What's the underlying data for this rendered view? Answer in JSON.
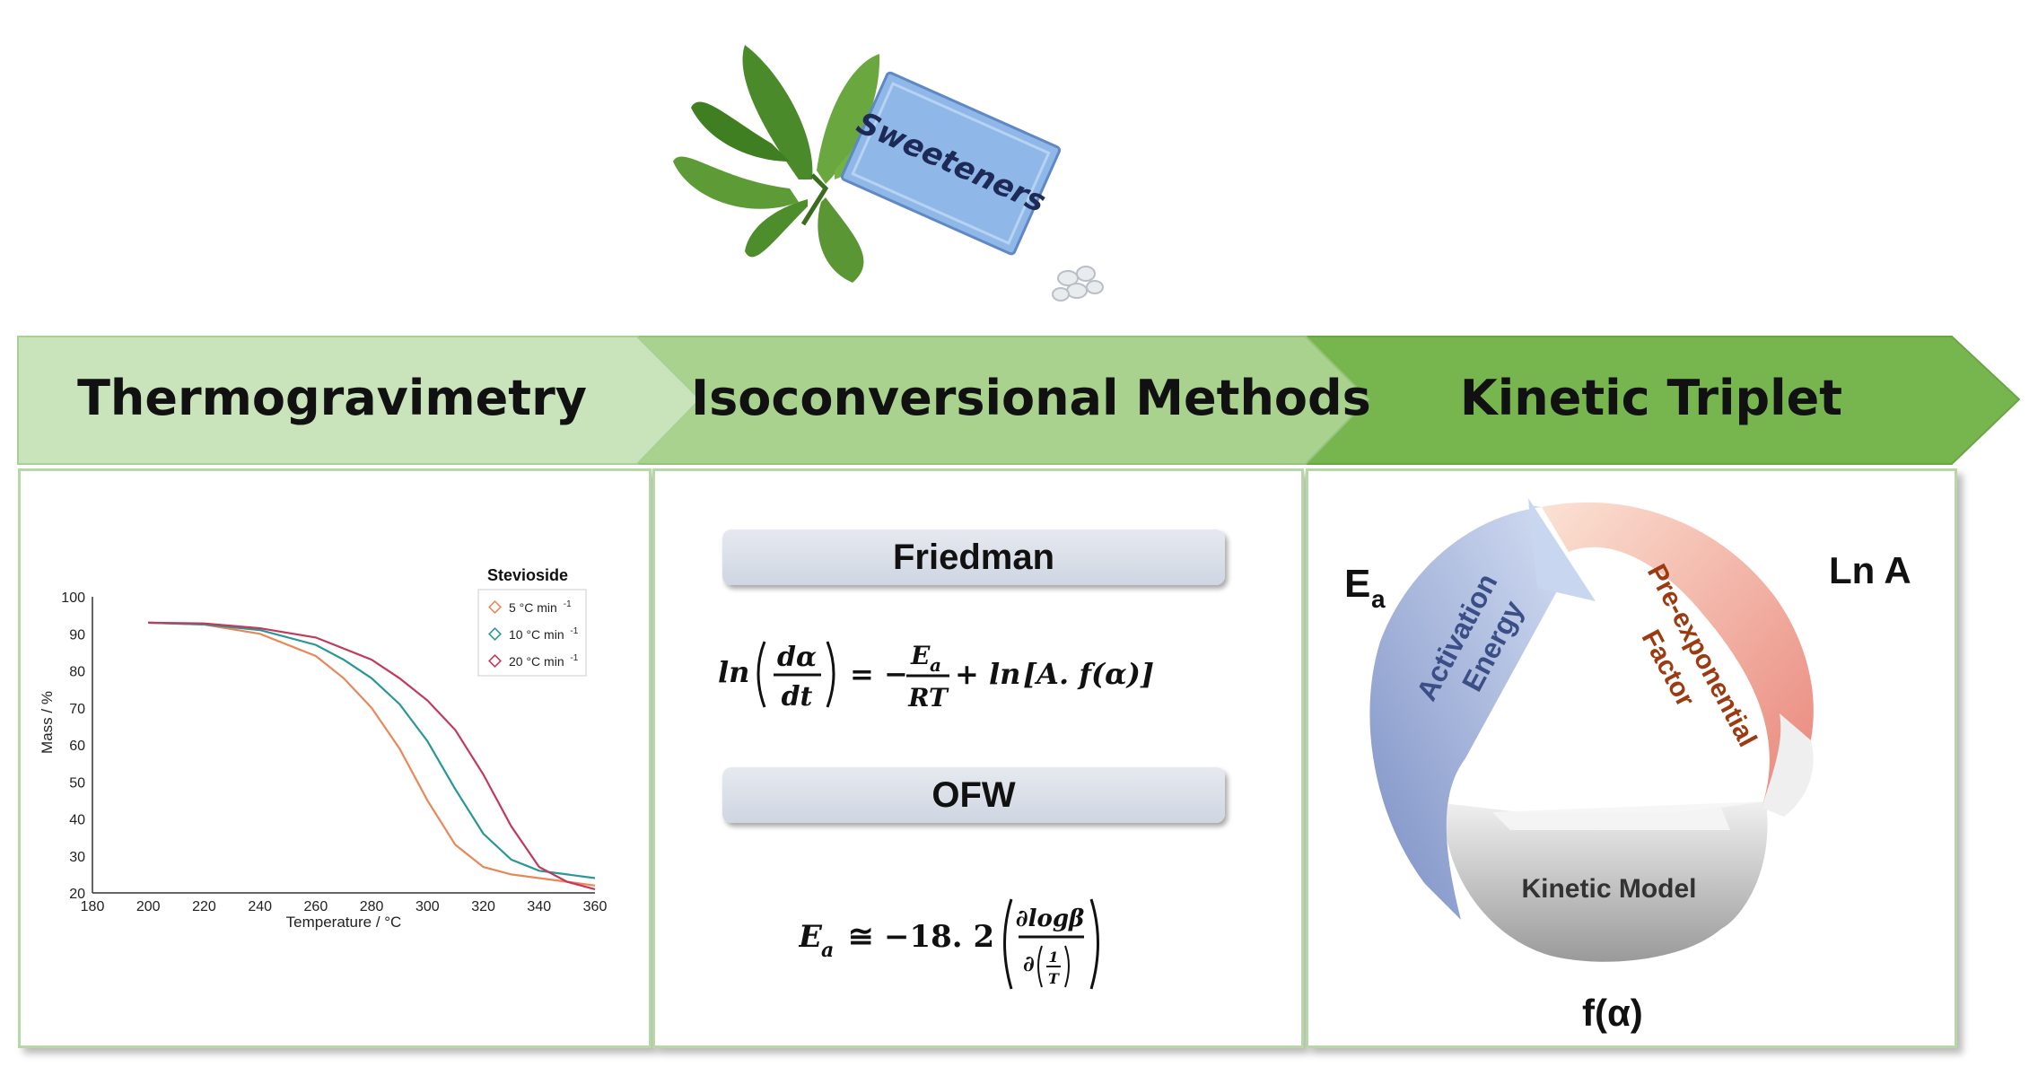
{
  "banner": {
    "label": "Sweeteners",
    "leaf_color": "#4f8f2f",
    "packet_color": "#8fb8e8"
  },
  "headers": [
    {
      "label": "Thermogravimetry",
      "color": "#c9e3bb"
    },
    {
      "label": "Isoconversional  Methods",
      "color": "#a8d28d"
    },
    {
      "label": "Kinetic Triplet",
      "color": "#77b54e"
    }
  ],
  "methods": {
    "friedman": {
      "label": "Friedman",
      "eq_parts": {
        "ln1": "ln",
        "num": "dα",
        "den": "dt",
        "eqsign": "=",
        "minus": "−",
        "ea_num": "E",
        "ea_sub": "a",
        "rt": "RT",
        "plus": "+",
        "ln2": "ln",
        "bracket": "[A. f(α)]"
      }
    },
    "ofw": {
      "label": "OFW",
      "eq_parts": {
        "lhs": "E",
        "lhs_sub": "a",
        "approx": "≅",
        "coef": "−18. 2",
        "num": "∂logβ",
        "den_pre": "∂",
        "den_one": "1",
        "den_T": "T"
      }
    }
  },
  "triplet": {
    "ea_label": "E",
    "ea_sub": "a",
    "lna_label": "Ln A",
    "falpha_label": "f(α)",
    "activation_energy": "Activation\nEnergy",
    "activation_line1": "Activation",
    "activation_line2": "Energy",
    "preexp_line1": "Pre-exponential",
    "preexp_line2": "Factor",
    "kinetic_model": "Kinetic Model",
    "colors": {
      "activation": "#8ea2d2",
      "preexp": "#ef9f8f",
      "model": "#a9a9a9"
    }
  },
  "chart_data": {
    "type": "line",
    "title": "Stevioside",
    "xlabel": "Temperature / °C",
    "ylabel": "Mass / %",
    "xlim": [
      180,
      360
    ],
    "ylim": [
      20,
      100
    ],
    "xticks": [
      180,
      200,
      220,
      240,
      260,
      280,
      300,
      320,
      340,
      360
    ],
    "yticks": [
      20,
      30,
      40,
      50,
      60,
      70,
      80,
      90,
      100
    ],
    "grid": false,
    "legend": "top-right",
    "series": [
      {
        "name": "5 °C min",
        "name_sup": "-1",
        "color": "#e8885a",
        "x": [
          200,
          220,
          240,
          260,
          270,
          280,
          290,
          300,
          310,
          320,
          330,
          340,
          350,
          360
        ],
        "y": [
          93,
          92.5,
          90,
          84,
          78,
          70,
          59,
          45,
          33,
          27,
          25,
          24,
          23,
          22
        ]
      },
      {
        "name": "10 °C min",
        "name_sup": "-1",
        "color": "#2a9797",
        "x": [
          200,
          220,
          240,
          260,
          270,
          280,
          290,
          300,
          310,
          320,
          330,
          340,
          350,
          360
        ],
        "y": [
          93,
          92.5,
          91,
          87,
          83,
          78,
          71,
          61,
          48,
          36,
          29,
          26,
          25,
          24
        ]
      },
      {
        "name": "20 °C min",
        "name_sup": "-1",
        "color": "#c2395e",
        "x": [
          200,
          220,
          240,
          260,
          280,
          290,
          300,
          310,
          320,
          330,
          340,
          350,
          360
        ],
        "y": [
          93,
          92.8,
          91.5,
          89,
          83,
          78,
          72,
          64,
          52,
          38,
          27,
          23,
          21
        ]
      }
    ]
  }
}
